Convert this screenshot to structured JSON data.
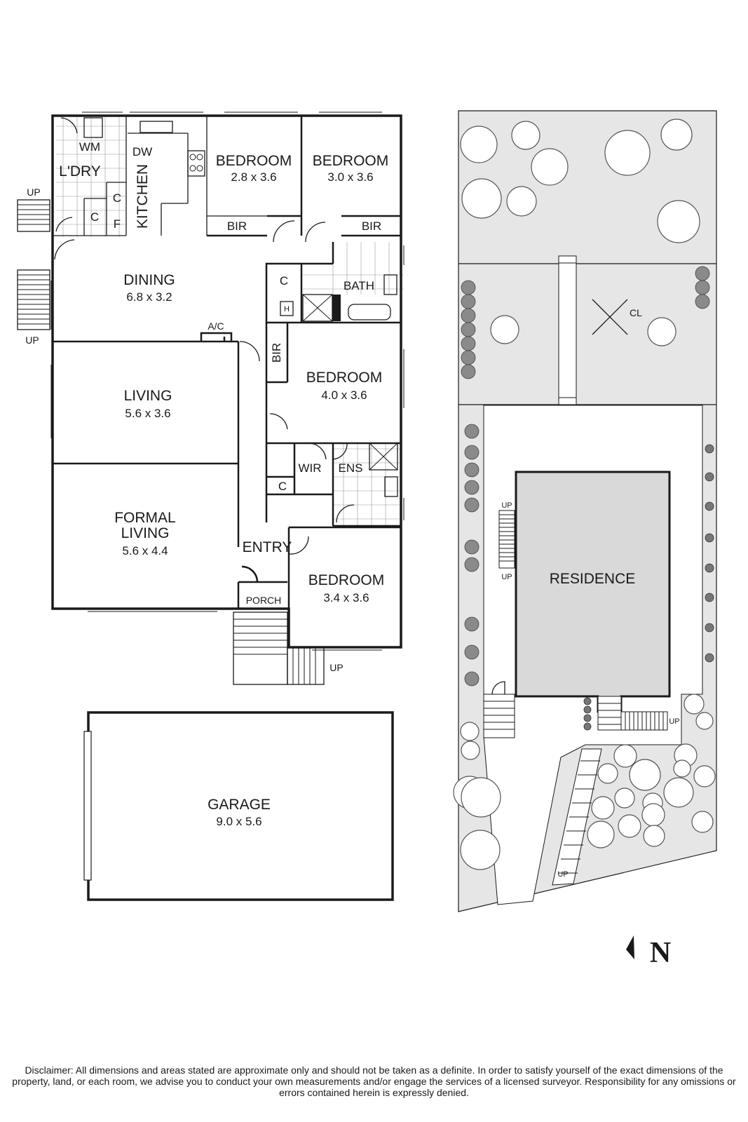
{
  "floor_plan": {
    "rooms": [
      {
        "name": "WM",
        "size": ""
      },
      {
        "name": "L'DRY",
        "size": ""
      },
      {
        "name": "KITCHEN",
        "size": ""
      },
      {
        "name": "DW",
        "size": ""
      },
      {
        "name": "BEDROOM",
        "size": "2.8 x 3.6"
      },
      {
        "name": "BEDROOM",
        "size": "3.0 x 3.6"
      },
      {
        "name": "DINING",
        "size": "6.8 x 3.2"
      },
      {
        "name": "LIVING",
        "size": "5.6 x 3.6"
      },
      {
        "name": "FORMAL\nLIVING",
        "size": "5.6 x 4.4"
      },
      {
        "name": "BEDROOM",
        "size": "4.0 x 3.6"
      },
      {
        "name": "BEDROOM",
        "size": "3.4 x 3.6"
      },
      {
        "name": "GARAGE",
        "size": "9.0 x 5.6"
      }
    ],
    "small_labels": {
      "c": "C",
      "f": "F",
      "bir": "BIR",
      "bath": "BATH",
      "h": "H",
      "ac": "A/C",
      "wir": "WIR",
      "ens": "ENS",
      "entry": "ENTRY",
      "porch": "PORCH",
      "up": "UP"
    }
  },
  "site_plan": {
    "residence_label": "RESIDENCE",
    "clothesline_label": "CL",
    "up": "UP"
  },
  "north_label": "N",
  "disclaimer": "Disclaimer: All dimensions and areas stated are approximate only and should not be taken as a definite. In order to satisfy yourself of the exact dimensions of the property, land, or each room, we advise you to conduct your own measurements and/or engage the services of a licensed surveyor. Responsibility for any omissions or errors contained herein is expressly denied.",
  "colors": {
    "wall": "#1a1a1a",
    "site_fill": "#e6e6e6",
    "residence_fill": "#d8d8d8",
    "tree": "#5a5a5a"
  }
}
